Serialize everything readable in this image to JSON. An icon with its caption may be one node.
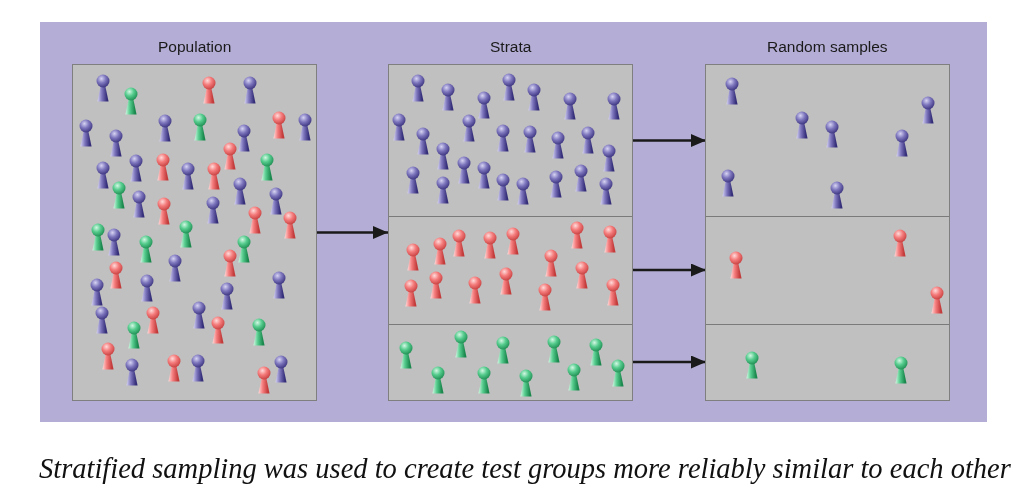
{
  "diagram": {
    "caption": "Stratified sampling was used to create test groups more reliably similar to each other",
    "nodes": [
      {
        "text": [
          "Population"
        ]
      },
      {
        "text": [
          "Strata"
        ]
      },
      {
        "text": [],
        "shape": "box",
        "in": 1
      },
      {
        "text": [],
        "shape": "box",
        "in": 1
      },
      {
        "text": [],
        "shape": "box",
        "in": 1
      },
      {
        "text": [
          "Random samples"
        ]
      },
      {
        "text": [],
        "shape": "box",
        "in": 5
      },
      {
        "text": [],
        "shape": "box",
        "in": 5
      },
      {
        "text": [],
        "shape": "box",
        "in": 5
      }
    ],
    "edges": [
      {
        "from": 0,
        "to": 1,
        "arrow": "to"
      },
      {
        "from": 2,
        "to": 6,
        "arrow": "to"
      },
      {
        "from": 3,
        "to": 7,
        "arrow": "to"
      },
      {
        "from": 4,
        "to": 8,
        "arrow": "to"
      }
    ]
  }
}
